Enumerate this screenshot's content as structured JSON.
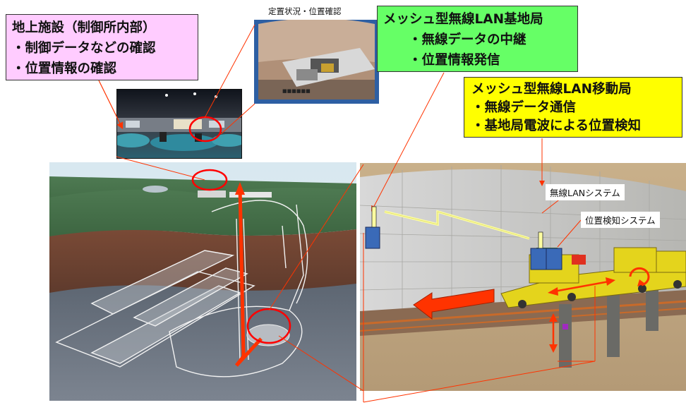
{
  "callouts": {
    "ground_facility": {
      "lines": [
        "地上施設（制御所内部）",
        "・制御データなどの確認",
        "・位置情報の確認"
      ]
    },
    "base_station": {
      "lines": [
        "メッシュ型無線LAN基地局",
        "・無線データの中継",
        "・位置情報発信"
      ]
    },
    "mobile_station": {
      "lines": [
        "メッシュ型無線LAN移動局",
        "・無線データ通信",
        "・基地局電波による位置検知"
      ]
    }
  },
  "captions": {
    "position_confirm": "定置状況・位置確認",
    "wireless_lan_system": "無線LANシステム",
    "position_detect_system": "位置検知システム"
  },
  "colors": {
    "ground_box": "#ffccff",
    "base_box": "#66ff66",
    "mobile_box": "#ffff00",
    "leader_line": "#ff3300",
    "arrow": "#ff3300",
    "signal": "#ffffa0",
    "highlight_circle": "#ff0000"
  }
}
